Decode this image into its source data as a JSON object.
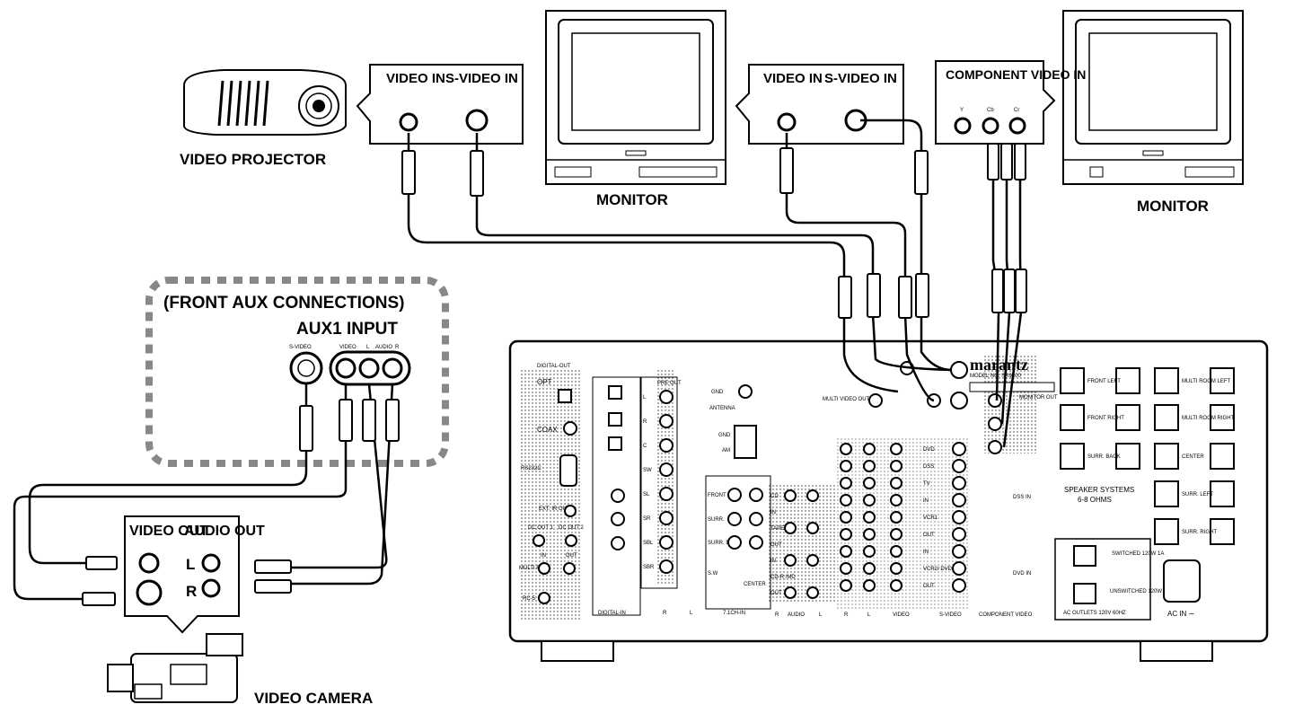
{
  "projector": {
    "label": "VIDEO PROJECTOR",
    "panel": {
      "video_label": "VIDEO IN",
      "svideo_label": "S-VIDEO IN"
    }
  },
  "monitor_left": {
    "label": "MONITOR",
    "panel": {
      "video_label": "VIDEO IN",
      "svideo_label": "S-VIDEO IN"
    }
  },
  "monitor_right": {
    "label": "MONITOR",
    "panel": {
      "title": "COMPONENT VIDEO IN",
      "jacks": [
        "Y",
        "Cb",
        "Cr"
      ]
    }
  },
  "front_aux": {
    "title": "(FRONT AUX CONNECTIONS)",
    "input_label": "AUX1 INPUT",
    "jack_labels": [
      "S-VIDEO",
      "VIDEO",
      "L",
      "AUDIO",
      "R"
    ]
  },
  "camera": {
    "label": "VIDEO CAMERA",
    "video_out": "VIDEO OUT",
    "audio_out": "AUDIO OUT",
    "channels": [
      "L",
      "R"
    ]
  },
  "receiver": {
    "brand": "marantz",
    "model": "MODEL NO. SR9300",
    "sections": {
      "digital_out": "DIGITAL-OUT",
      "opt": "OPT",
      "coax": "COAX",
      "rs232c": "RS232C",
      "ext_ir_out": "EXT. IR OUT",
      "dc_out_1": "DC OUT 1",
      "dc_out_2": "DC OUT 2",
      "in": "IN",
      "out": "OUT",
      "multi_rc": "MULTI RC",
      "rc5": "RC-5",
      "digital_in": "DIGITAL-IN",
      "pre_out": "PRE OUT",
      "antenna": "ANTENNA",
      "gnd": "GND",
      "am": "AM",
      "multi_video_out": "MULTI VIDEO OUT",
      "monitor_out": "MONITOR OUT",
      "seven_one_in": "7.1CH-IN",
      "audio": "AUDIO",
      "video": "VIDEO",
      "s_video": "S-VIDEO",
      "component_video": "COMPONENT VIDEO",
      "speaker_systems": "SPEAKER SYSTEMS",
      "ohms": "6-8 OHMS",
      "ac_outlets": "AC OUTLETS 120V 60HZ",
      "switched": "SWITCHED 120W 1A",
      "unswitched": "UNSWITCHED 120W 1A",
      "ac_in": "AC IN ∼",
      "r": "R",
      "l": "L"
    },
    "pre_out_channels": [
      "L",
      "R",
      "C",
      "SW",
      "SL",
      "SR",
      "SBL",
      "SBR"
    ],
    "seven_one_rows": [
      "FRONT",
      "SURR.",
      "SURR. BACK",
      "S.W",
      "CENTER"
    ],
    "audio_rows": [
      "CD",
      "IN",
      "TAPE",
      "OUT",
      "IN",
      "CD-R /MD",
      "OUT"
    ],
    "video_sources": [
      "DVD",
      "DSS",
      "TV",
      "IN",
      "VCR1",
      "OUT",
      "IN",
      "VCR2/ DVD-R",
      "OUT"
    ],
    "component_labels": [
      "DSS IN",
      "DVD IN"
    ],
    "speaker_terminals": [
      "FRONT LEFT",
      "FRONT RIGHT",
      "SURR. BACK",
      "MULTI ROOM LEFT",
      "MULTI ROOM RIGHT",
      "CENTER",
      "SURR. LEFT",
      "SURR. RIGHT"
    ]
  }
}
